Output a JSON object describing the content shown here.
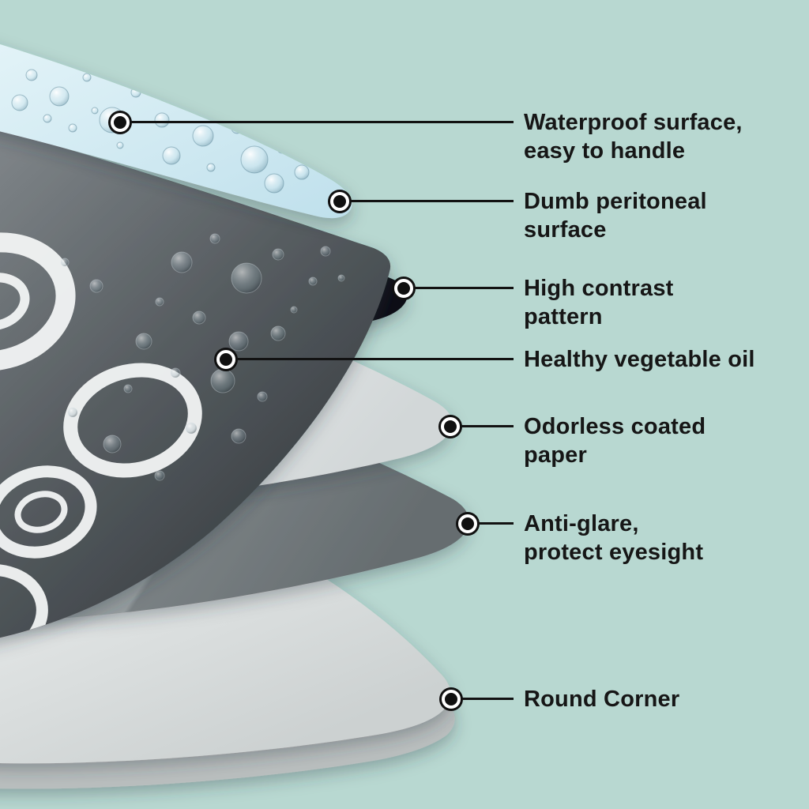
{
  "background_color": "#b8d8d1",
  "text_color": "#161616",
  "line_color": "#121212",
  "callouts": [
    {
      "label": "Waterproof surface,\neasy to handle"
    },
    {
      "label": "Dumb peritoneal\nsurface"
    },
    {
      "label": "High contrast\npattern"
    },
    {
      "label": "Healthy vegetable oil"
    },
    {
      "label": "Odorless coated\npaper"
    },
    {
      "label": "Anti-glare,\nprotect eyesight"
    },
    {
      "label": "Round Corner"
    }
  ],
  "illustration": {
    "layers": [
      {
        "name": "waterproof-top-layer",
        "color": "#cfe9f2"
      },
      {
        "name": "printed-pattern-layer",
        "color": "#575d61"
      },
      {
        "name": "high-contrast-layer",
        "color": "#1a1e20"
      },
      {
        "name": "coated-paper-layer",
        "color": "#eef1f1"
      },
      {
        "name": "anti-glare-layer",
        "color": "#9aa1a3"
      },
      {
        "name": "round-corner-layer",
        "color": "#e3e7e7"
      }
    ]
  }
}
